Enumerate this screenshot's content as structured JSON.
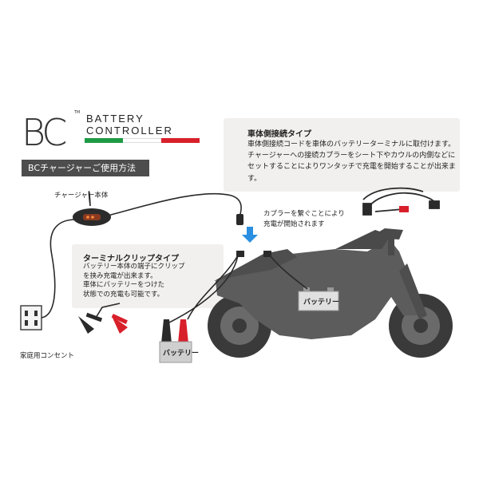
{
  "brand": {
    "logo": "BC",
    "tm": "TM",
    "line1": "BATTERY",
    "line2": "CONTROLLER",
    "flag_colors": [
      "#1e9a45",
      "#ffffff",
      "#d8202b"
    ]
  },
  "usage_label": "BCチャージャーご使用方法",
  "vehicle_type": {
    "title": "車体側接続タイプ",
    "body": "車体側接続コードを車体のバッテリーターミナルに取付けます。チャージャーへの接続カプラーをシート下やカウルの内側などにセットすることによりワンタッチで充電を開始することが出来ます。"
  },
  "terminal_type": {
    "title": "ターミナルクリップタイプ",
    "line1": "バッテリー本体の端子にクリップ",
    "line2": "を挟み充電が出来ます。",
    "line3": "車体にバッテリーをつけた",
    "line4": "状態での充電も可能です。"
  },
  "labels": {
    "charger_body": "チャージャー本体",
    "home_outlet": "家庭用コンセント",
    "coupler_line1": "カプラーを繋ぐことにより",
    "coupler_line2": "充電が開始されます",
    "battery_left": "バッテリー",
    "battery_bike": "バッテリー"
  },
  "colors": {
    "usage_bg": "#4d4d4d",
    "box_bg": "#f2f0ee",
    "bike": "#5a5a5a",
    "arrow": "#2a8fe0",
    "clip_red": "#d8202b"
  }
}
